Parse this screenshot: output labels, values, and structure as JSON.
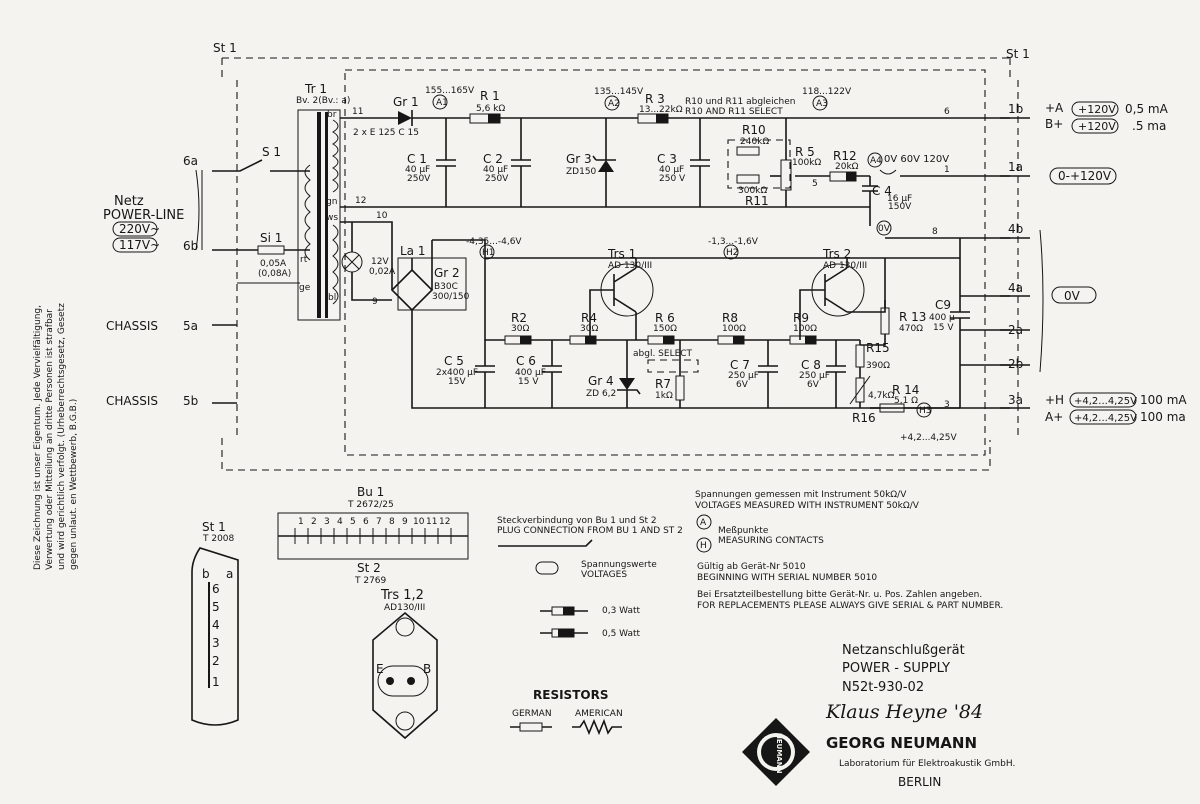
{
  "connector_labels": {
    "st1_left": "St 1",
    "st1_right": "St 1"
  },
  "mains": {
    "netz": "Netz",
    "power_line": "POWER-LINE",
    "v220": "220V~",
    "v117": "117V~"
  },
  "chassis": "CHASSIS",
  "pins": {
    "p6a": "6a",
    "p6b": "6b",
    "p5a": "5a",
    "p5b": "5b",
    "p1b": "1b",
    "p1a": "1a",
    "p4b": "4b",
    "p4a": "4a",
    "p2a": "2a",
    "p2b": "2b",
    "p3a": "3a"
  },
  "components": {
    "s1": "S 1",
    "si1": "Si 1",
    "si1_v1": "0,05A",
    "si1_v2": "(0,08A)",
    "tr1": "Tr 1",
    "tr1_sub": "Bv. 2(Bv.: a)",
    "tr_br": "br",
    "tr_gn": "gn",
    "tr_ws": "ws",
    "tr_rt": "rt",
    "tr_ge": "ge",
    "tr_bl": "bl",
    "la1": "La 1",
    "la1_v1": "12V",
    "la1_v2": "0,02A",
    "gr1": "Gr 1",
    "gr1_sub": "2 x E 125 C 15",
    "gr2": "Gr 2",
    "gr2_v1": "B30C",
    "gr2_v2": "300/150",
    "r1": "R 1",
    "r1_v": "5,6 kΩ",
    "c1": "C 1",
    "c1_v1": "40 µF",
    "c1_v2": "250V",
    "c2": "C 2",
    "c2_v1": "40 µF",
    "c2_v2": "250V",
    "gr3": "Gr 3",
    "gr3_v": "ZD150",
    "r3": "R 3",
    "r3_v": "13...22kΩ",
    "c3": "C 3",
    "c3_v1": "40 µF",
    "c3_v2": "250 V",
    "r10": "R10",
    "r10_v": "240kΩ",
    "r11": "R11",
    "r11_v": "300kΩ",
    "r10_note1": "R10 und R11 abgleichen",
    "r10_note2": "R10 AND R11 SELECT",
    "r5": "R 5",
    "r5_v": "100kΩ",
    "r12": "R12",
    "r12_v": "20kΩ",
    "c4": "C 4",
    "c4_v1": "16 µF",
    "c4_v2": "150V",
    "sw_pos": "0V 60V 120V",
    "trs1": "Trs 1",
    "trs1_v": "AD 130/III",
    "trs2": "Trs 2",
    "trs2_v": "AD 130/III",
    "r2": "R2",
    "r2_v": "30Ω",
    "r4": "R4",
    "r4_v": "30Ω",
    "r6": "R 6",
    "r6_v": "150Ω",
    "r8": "R8",
    "r8_v": "100Ω",
    "r9": "R9",
    "r9_v": "100Ω",
    "c5": "C 5",
    "c5_v1": "2x400 µF",
    "c5_v2": "15V",
    "c6": "C 6",
    "c6_v1": "400 µF",
    "c6_v2": "15 V",
    "gr4": "Gr 4",
    "gr4_v": "ZD 6,2",
    "abgl": "abgl. SELECT",
    "r7": "R7",
    "r7_v": "1kΩ",
    "c7": "C 7",
    "c7_v1": "250 µF",
    "c7_v2": "6V",
    "c8": "C 8",
    "c8_v1": "250 µF",
    "c8_v2": "6V",
    "r13": "R 13",
    "r13_v": "470Ω",
    "c9": "C9",
    "c9_v1": "400 µ",
    "c9_v2": "15 V",
    "r15": "R15",
    "r15_v": "390Ω",
    "r16": "R16",
    "r16_v": "4,7kΩ",
    "r14": "R 14",
    "r14_v": "5,1 Ω"
  },
  "measure": {
    "a1": "A1",
    "a1_v": "155...165V",
    "a2": "A2",
    "a2_v": "135...145V",
    "a3": "A3",
    "a3_v": "118...122V",
    "a4": "A4",
    "h1": "H1",
    "h1_v": "-4,35...-4,6V",
    "h2": "H2",
    "h2_v": "-1,3...-1,6V",
    "h3": "H3",
    "h3_v": "+4,2...4,25V",
    "ov": "0V"
  },
  "wires": {
    "n11": "11",
    "n12": "12",
    "n10": "10",
    "n9": "9",
    "n6": "6",
    "n5": "5",
    "n1": "1",
    "n8": "8",
    "n3": "3"
  },
  "outputs": {
    "a_plus": "+A",
    "b_plus": "B+",
    "a_v": "+120V",
    "b_v": "+120V",
    "a_i": "0,5 mA",
    "b_i": ".5 ma",
    "range": "0-+120V",
    "zero": "0V",
    "h_plus": "+H",
    "a_plus2": "A+",
    "h_v": "+4,2...4,25V",
    "a2_v": "+4,2...4,25V",
    "h_i": "100 mA",
    "a2_i": "100 ma"
  },
  "bu1": {
    "title": "Bu 1",
    "sub": "T 2672/25",
    "nums": [
      "1",
      "2",
      "3",
      "4",
      "5",
      "6",
      "7",
      "8",
      "9",
      "10",
      "11",
      "12"
    ]
  },
  "st2": {
    "title": "St 2",
    "sub": "T 2769"
  },
  "st1_plug": {
    "title": "St 1",
    "sub": "T 2008",
    "col_b": "b",
    "col_a": "a",
    "rows": [
      "6",
      "5",
      "4",
      "3",
      "2",
      "1"
    ]
  },
  "trs12": {
    "title": "Trs 1,2",
    "sub": "AD130/III",
    "e": "E",
    "b": "B"
  },
  "legend": {
    "plug_de": "Steckverbindung von Bu 1 und St 2",
    "plug_en": "PLUG CONNECTION FROM BU 1 AND ST 2",
    "volt_de": "Spannungswerte",
    "volt_en": "VOLTAGES",
    "w03": "0,3 Watt",
    "w05": "0,5 Watt",
    "resistors": "RESISTORS",
    "german": "GERMAN",
    "american": "AMERICAN"
  },
  "notes": {
    "meas_de": "Spannungen gemessen mit Instrument 50kΩ/V",
    "meas_en": "VOLTAGES MEASURED WITH INSTRUMENT 50kΩ/V",
    "mp_de": "Meßpunkte",
    "mp_en": "MEASURING CONTACTS",
    "valid_de": "Gültig ab Gerät-Nr 5010",
    "valid_en": "BEGINNING WITH SERIAL NUMBER 5010",
    "repl_de": "Bei Ersatzteilbestellung bitte Gerät-Nr. u. Pos. Zahlen angeben.",
    "repl_en": "FOR REPLACEMENTS PLEASE ALWAYS GIVE SERIAL & PART NUMBER.",
    "legend_a": "A",
    "legend_h": "H"
  },
  "copyright": [
    "Diese Zeichnung ist unser Eigentum. Jede Vervielfältigung,",
    "Verwertung oder Mitteilung an dritte Personen ist strafbar",
    "und wird gerichtlich verfolgt. (Urheberrechtsgesetz, Gesetz",
    "gegen unlaut. en Wettbewerb, B.G.B.)"
  ],
  "title_block": {
    "line1": "Netzanschlußgerät",
    "line2": "POWER - SUPPLY",
    "line3": "N52t-930-02",
    "signature": "Klaus Heyne '84",
    "company": "GEORG NEUMANN",
    "company_sub": "Laboratorium für Elektroakustik GmbH.",
    "city": "BERLIN",
    "logo_text": "NEUMANN"
  }
}
